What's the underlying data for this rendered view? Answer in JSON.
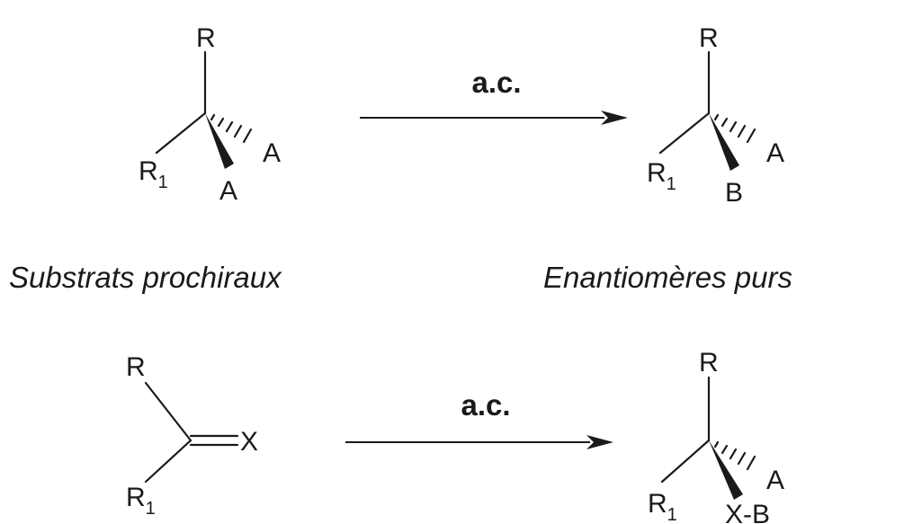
{
  "reaction_1": {
    "substrate": {
      "top": "R",
      "left": "R",
      "left_sub": "1",
      "hashed": "A",
      "wedged": "A"
    },
    "reagent": "a.c.",
    "product": {
      "top": "R",
      "left": "R",
      "left_sub": "1",
      "hashed": "A",
      "wedged": "B"
    }
  },
  "captions": {
    "substrates": "Substrats prochiraux",
    "products": "Enantiomères purs"
  },
  "reaction_2": {
    "substrate": {
      "top": "R",
      "bottom": "R",
      "bottom_sub": "1",
      "double_bond": "X"
    },
    "reagent": "a.c.",
    "product": {
      "top": "R",
      "left": "R",
      "left_sub": "1",
      "hashed": "A",
      "wedged": "X-B"
    }
  }
}
